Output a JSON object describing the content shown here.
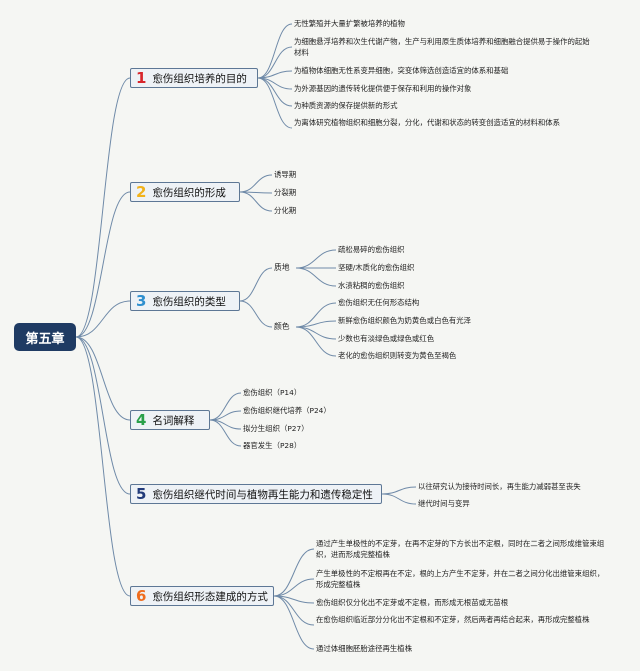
{
  "root": "第五章",
  "colors": {
    "n1": "#d8262c",
    "n2": "#f1b21c",
    "n3": "#2f8fcf",
    "n4": "#2aa04a",
    "n5": "#223b7a",
    "n6": "#ef6d1f",
    "line": "#6f8aa8"
  },
  "branches": [
    {
      "num": "1",
      "label": "愈伤组织培养的目的",
      "items": [
        "无性繁殖并大量扩繁被培养的植物",
        "为细胞悬浮培养和次生代谢产物，生产与利用原生质体培养和细胞融合提供易于操作的起始材料",
        "为植物体细胞无性系变异细胞，突变体筛选创造适宜的体系和基础",
        "为外源基因的遗传转化提供便于保存和利用的操作对象",
        "为种质资源的保存提供新的形式",
        "为离体研究植物组织和细胞分裂，分化，代谢和状态的转变创造适宜的材料和体系"
      ]
    },
    {
      "num": "2",
      "label": "愈伤组织的形成",
      "items": [
        "诱导期",
        "分裂期",
        "分化期"
      ]
    },
    {
      "num": "3",
      "label": "愈伤组织的类型",
      "groups": [
        {
          "name": "质地",
          "items": [
            "疏松易碎的愈伤组织",
            "坚硬/木质化的愈伤组织",
            "水渍粘稠的愈伤组织"
          ]
        },
        {
          "name": "颜色",
          "items": [
            "愈伤组织无任何形态结构",
            "新鲜愈伤组织颜色为奶黄色或白色有光泽",
            "少数也有淡绿色或绿色或红色",
            "老化的愈伤组织则转变为黄色至褐色"
          ]
        }
      ]
    },
    {
      "num": "4",
      "label": "名词解释",
      "items": [
        "愈伤组织（P14）",
        "愈伤组织继代培养（P24）",
        "拟分生组织（P27）",
        "器官发生（P28）"
      ]
    },
    {
      "num": "5",
      "label": "愈伤组织继代时间与植物再生能力和遗传稳定性",
      "items": [
        "以往研究认为接待时间长，再生能力减弱甚至丧失",
        "继代时间与变异"
      ]
    },
    {
      "num": "6",
      "label": "愈伤组织形态建成的方式",
      "items": [
        "通过产生单极性的不定芽，在再不定芽的下方长出不定根，同时在二者之间形成维管束组织，进而形成完整植株",
        "产生单极性的不定根再在不定，根的上方产生不定芽，并在二者之间分化出维管束组织，形成完整植株",
        "愈伤组织仅分化出不定芽或不定根，而形成无根苗或无苗根",
        "在愈伤组织临近部分分化出不定根和不定芽，然后两者再结合起来，再形成完整植株",
        "通过体细胞胚胎途径再生植株"
      ]
    }
  ]
}
